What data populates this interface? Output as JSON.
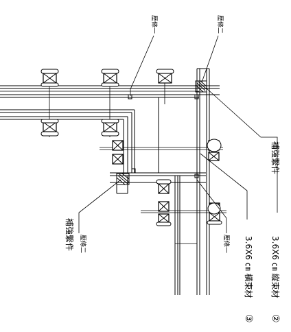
{
  "labels": {
    "top_left_tag": "壓條一",
    "top_right_tag": "壓條二",
    "right_tag": "補強繫件",
    "left_tag_1": "壓條二",
    "left_tag_2": "補強繫件",
    "bottom_tag": "壓條一",
    "spec_1": "3.6X6 ㎝ 縱束材",
    "spec_2": "3.6X6 ㎝ 橫束材",
    "circle_2": "②",
    "circle_3": "③"
  }
}
